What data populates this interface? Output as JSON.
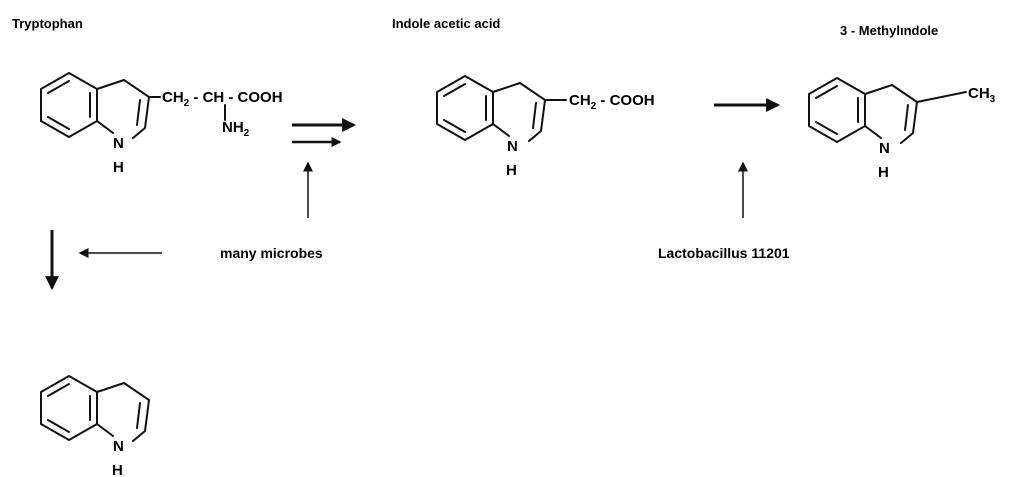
{
  "titles": {
    "tryptophan": "Tryptophan",
    "indole_acetic_acid": "Indole acetic acid",
    "methylindole": "3 - Methylındole"
  },
  "tryptophan_chain": {
    "ch2": "CH",
    "ch2_sub": "2",
    "rest": " - CH - COOH",
    "nh2": "NH",
    "nh2_sub": "2"
  },
  "iaa_chain": {
    "ch2": "CH",
    "ch2_sub": "2",
    "rest": " - COOH"
  },
  "methyl": {
    "ch3": "CH",
    "ch3_sub": "3"
  },
  "ring_atoms": {
    "n": "N",
    "h": "H"
  },
  "captions": {
    "many_microbes": "many microbes",
    "lactobacillus": "Lactobacillus 11201"
  },
  "colors": {
    "ink": "#111111",
    "background": "#ffffff"
  }
}
